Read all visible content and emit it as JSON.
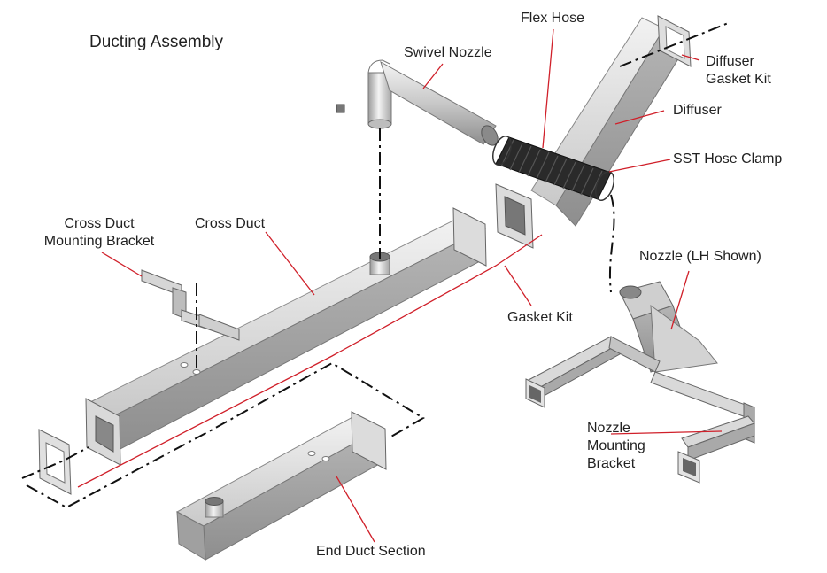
{
  "title": "Ducting Assembly",
  "parts": {
    "swivel_nozzle": "Swivel Nozzle",
    "flex_hose": "Flex Hose",
    "diffuser_gasket_kit": "Diffuser\nGasket Kit",
    "diffuser": "Diffuser",
    "sst_hose_clamp": "SST Hose Clamp",
    "cross_duct_mounting_bracket": "Cross Duct\nMounting Bracket",
    "cross_duct": "Cross Duct",
    "nozzle": "Nozzle (LH Shown)",
    "gasket_kit": "Gasket Kit",
    "nozzle_mounting_bracket": "Nozzle\nMounting\nBracket",
    "end_duct_section": "End Duct Section"
  },
  "colors": {
    "leader": "#d0202a",
    "metal_light": "#e6e6e6",
    "metal_mid": "#b9b9b9",
    "metal_dark": "#8a8a8a",
    "hose": "#2a2a2a"
  }
}
